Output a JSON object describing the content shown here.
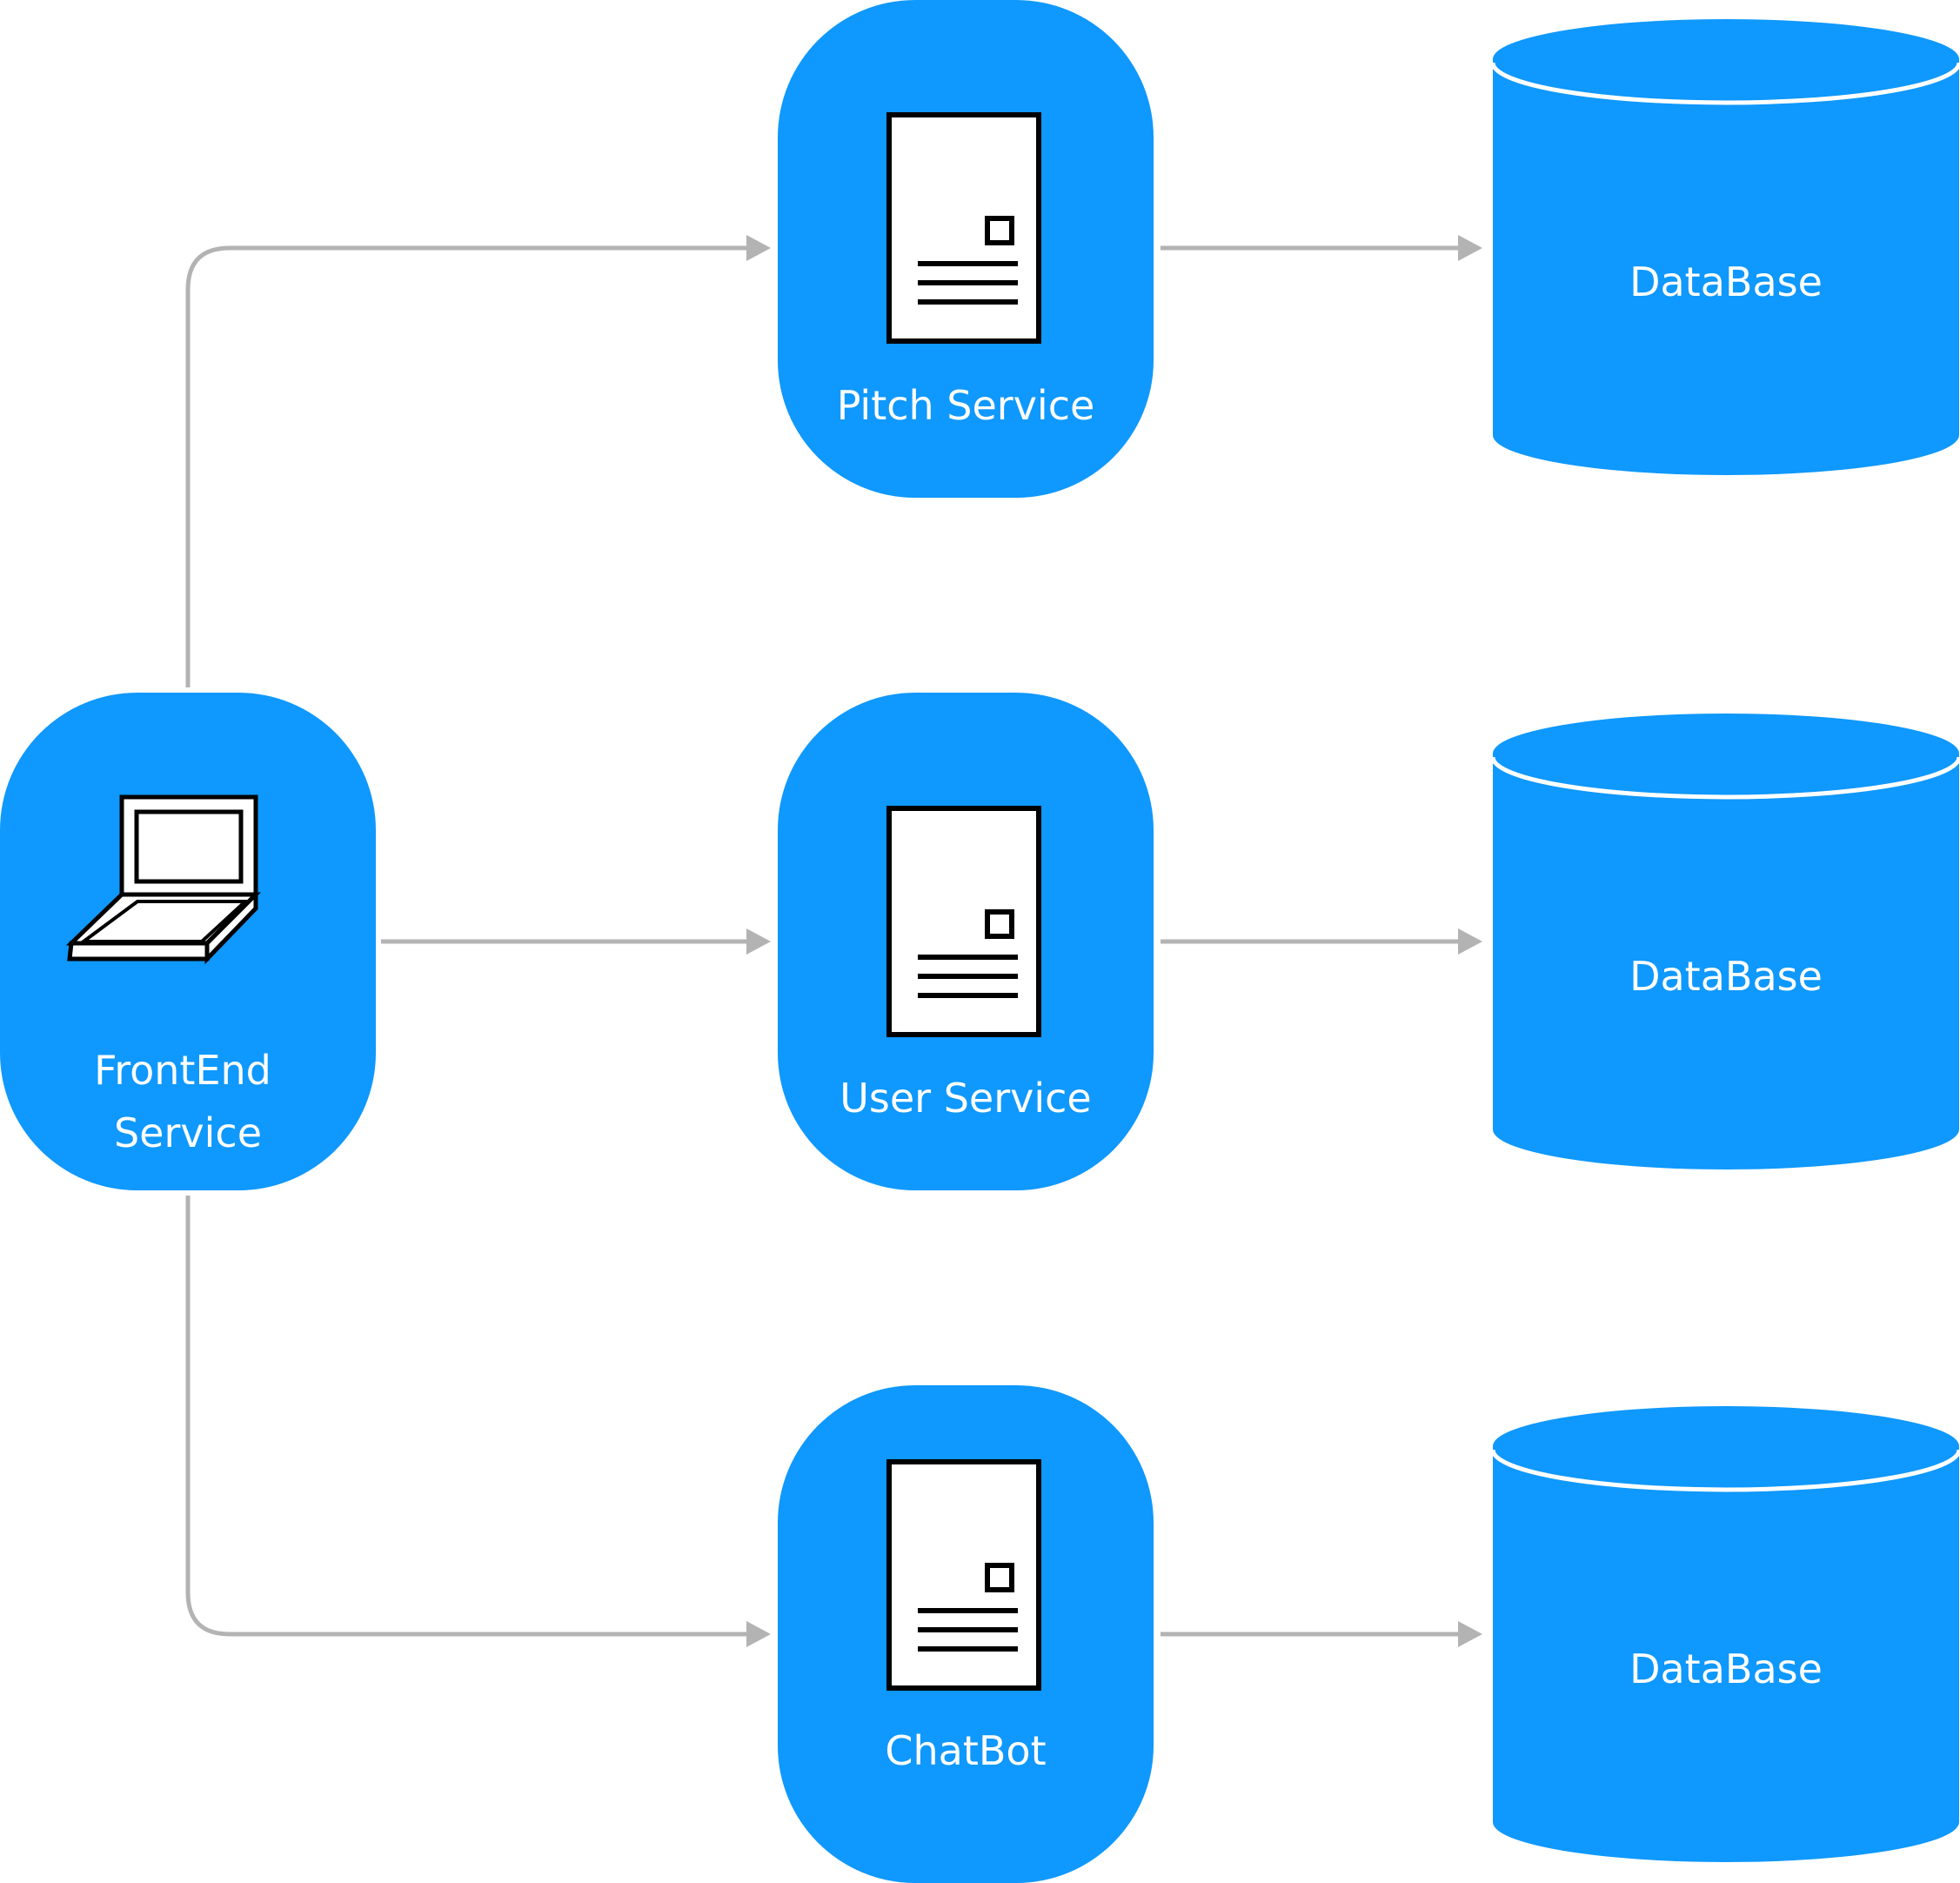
{
  "colors": {
    "node_fill": "#0f98fd",
    "connector": "#b3b3b3",
    "icon_stroke": "#000000",
    "icon_fill": "#ffffff",
    "label_text": "#ffffff"
  },
  "nodes": {
    "frontend": {
      "label_line1": "FrontEnd",
      "label_line2": "Service",
      "icon": "laptop-icon"
    },
    "pitch": {
      "label": "Pitch Service",
      "icon": "server-document-icon"
    },
    "user": {
      "label": "User Service",
      "icon": "server-document-icon"
    },
    "chatbot": {
      "label": "ChatBot",
      "icon": "server-document-icon"
    }
  },
  "databases": {
    "pitch_db": {
      "label": "DataBase"
    },
    "user_db": {
      "label": "DataBase"
    },
    "chatbot_db": {
      "label": "DataBase"
    }
  },
  "edges": [
    {
      "from": "frontend",
      "to": "pitch"
    },
    {
      "from": "frontend",
      "to": "user"
    },
    {
      "from": "frontend",
      "to": "chatbot"
    },
    {
      "from": "pitch",
      "to": "pitch_db"
    },
    {
      "from": "user",
      "to": "user_db"
    },
    {
      "from": "chatbot",
      "to": "chatbot_db"
    }
  ]
}
